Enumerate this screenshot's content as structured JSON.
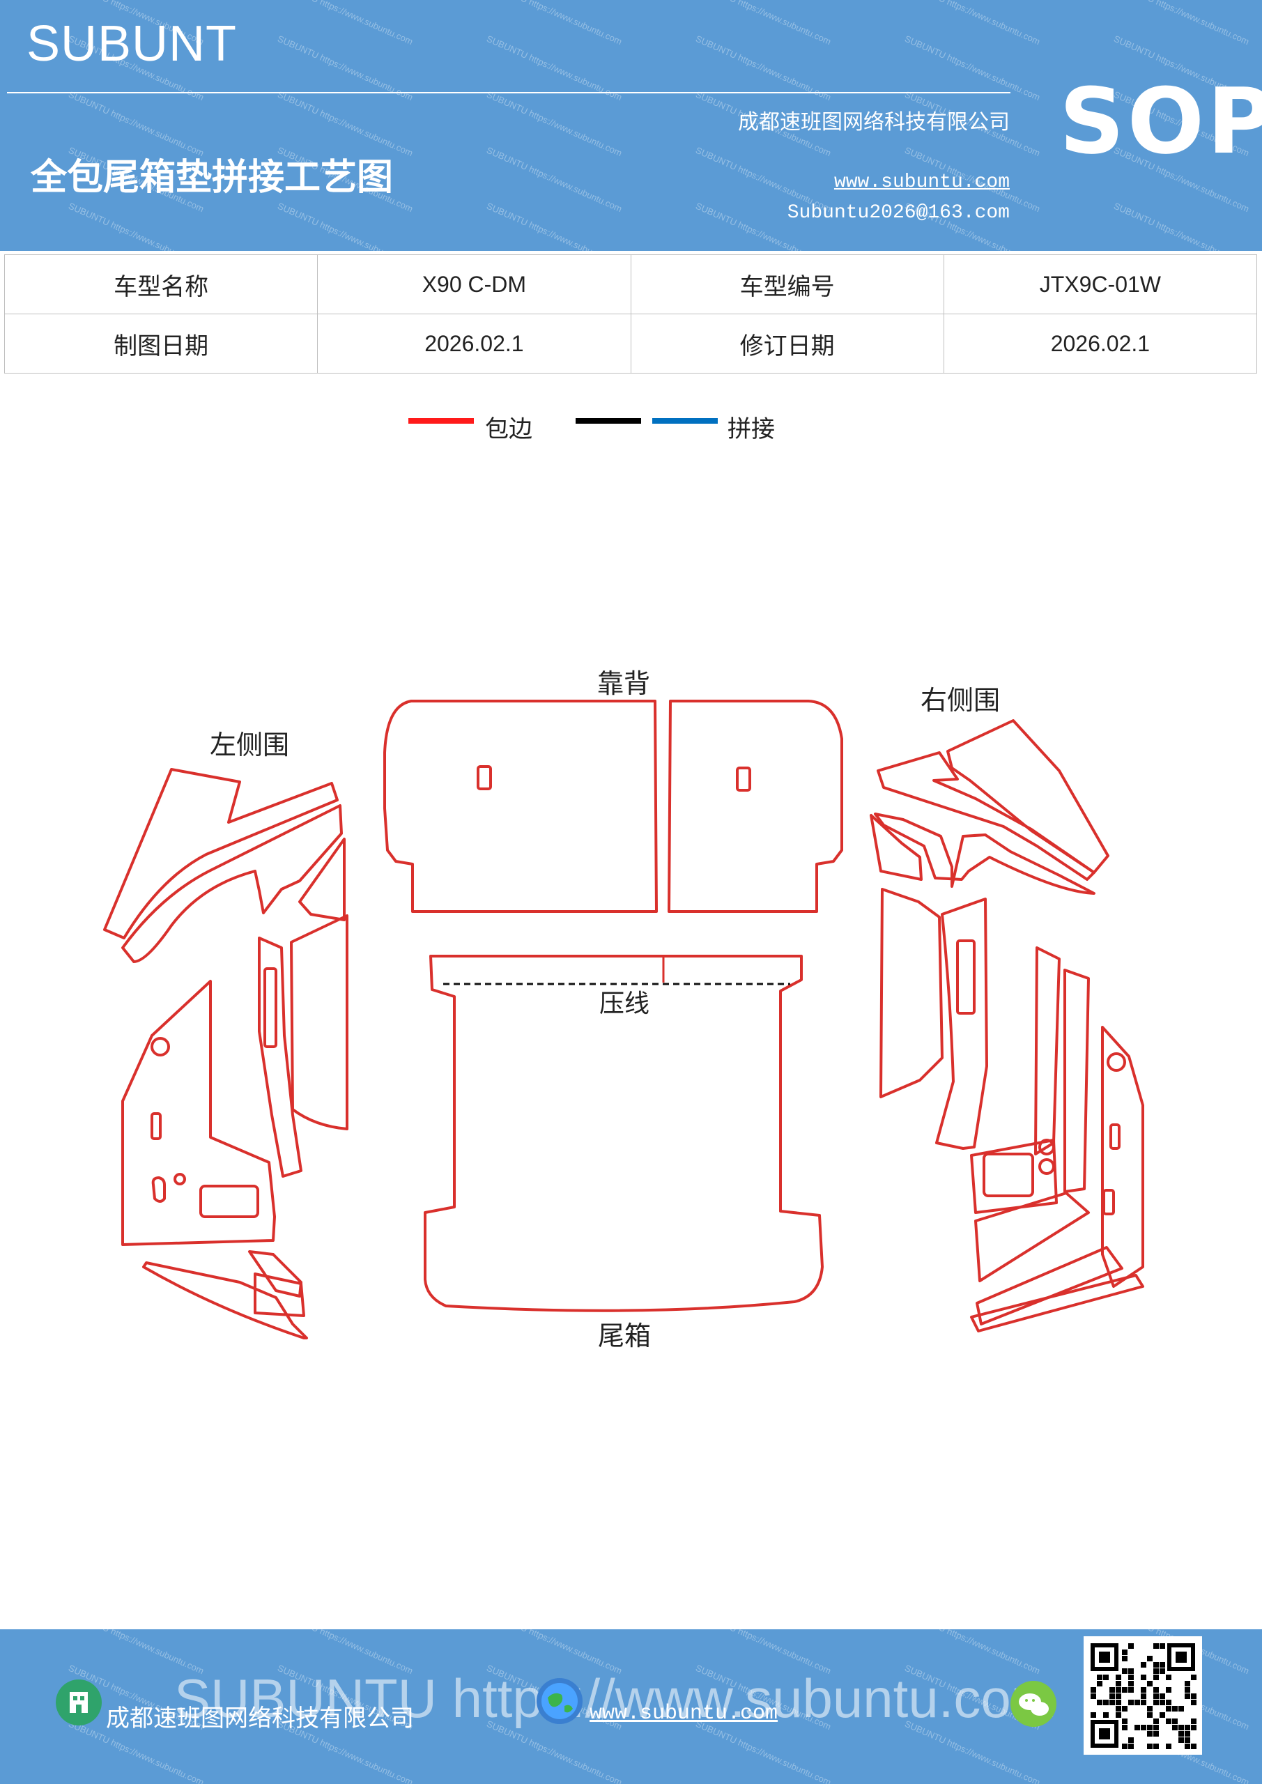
{
  "header": {
    "brand": "SUBUNT",
    "company": "成都速班图网络科技有限公司",
    "doc_title": "全包尾箱垫拼接工艺图",
    "website": "www.subuntu.com",
    "email": "Subuntu2026@163.com",
    "badge": "SOP",
    "watermark": "SUBUNTU https://www.subuntu.com"
  },
  "info_table": {
    "rows": [
      [
        {
          "text": "车型名称",
          "kind": "lab"
        },
        {
          "text": "X90  C-DM",
          "kind": "val"
        },
        {
          "text": "车型编号",
          "kind": "lab"
        },
        {
          "text": "JTX9C-01W",
          "kind": "val"
        }
      ],
      [
        {
          "text": "制图日期",
          "kind": "lab"
        },
        {
          "text": "2026.02.1",
          "kind": "val"
        },
        {
          "text": "修订日期",
          "kind": "lab"
        },
        {
          "text": "2026.02.1",
          "kind": "val"
        }
      ]
    ]
  },
  "legend": {
    "items": [
      {
        "color": "#ff1a1a",
        "label": "包边"
      },
      {
        "color": "#000000",
        "label": ""
      },
      {
        "color": "#0070c0",
        "label": "拼接"
      }
    ]
  },
  "diagram": {
    "labels": {
      "backrest": "靠背",
      "left_side": "左侧围",
      "right_side": "右侧围",
      "crease": "压线",
      "trunk": "尾箱"
    },
    "colors": {
      "edge": "#d9302c",
      "join": "#111111"
    }
  },
  "footer": {
    "company": "成都速班图网络科技有限公司",
    "website": "www.subuntu.com",
    "watermark": "SUBUNTU https://www.subuntu.com",
    "icons": [
      "building-icon",
      "globe-icon",
      "wechat-icon"
    ]
  }
}
